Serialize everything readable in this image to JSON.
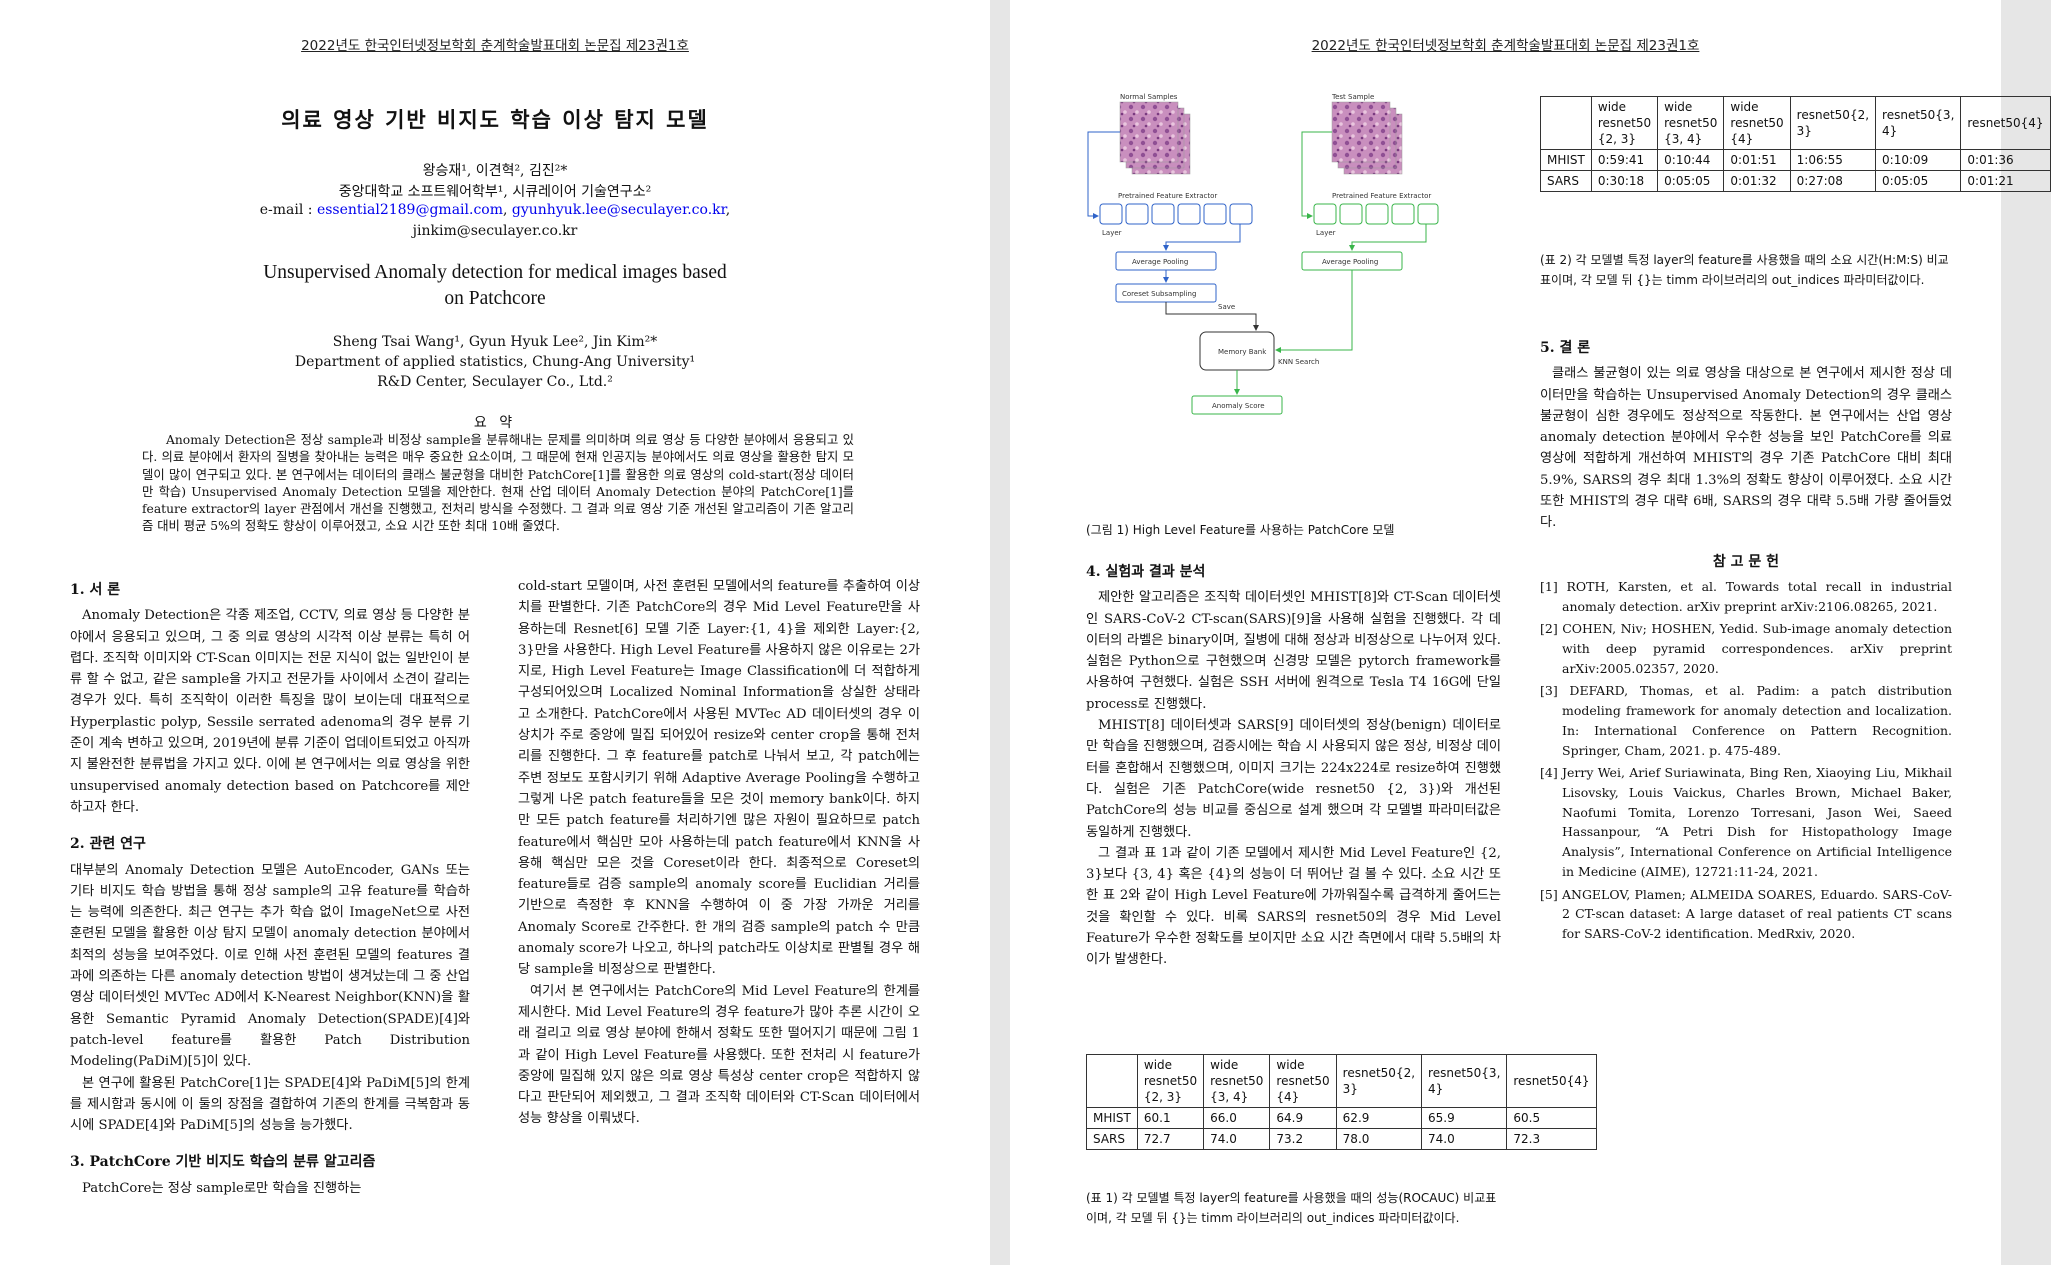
{
  "header": "2022년도 한국인터넷정보학회 춘계학술발표대회 논문집 제23권1호",
  "title_ko": "의료 영상 기반 비지도 학습 이상 탐지 모델",
  "authors_ko": "왕승재¹, 이견혁², 김진²*",
  "affil_ko": "중앙대학교 소프트웨어학부¹, 시큐레이어 기술연구소²",
  "email_label": "e-mail : ",
  "email1": "essential2189@gmail.com",
  "email_sep": ", ",
  "email2": "gyunhyuk.lee@seculayer.co.kr",
  "email_end": ",",
  "email3": "jinkim@seculayer.co.kr",
  "title_en_1": "Unsupervised Anomaly detection for medical images based",
  "title_en_2": "on Patchcore",
  "authors_en": "Sheng Tsai Wang¹, Gyun Hyuk Lee², Jin Kim²*",
  "affil_en_1": "Department of applied statistics, Chung-Ang University¹",
  "affil_en_2": "R&D Center, Seculayer Co., Ltd.²",
  "abstract_heading": "요 약",
  "abstract": "Anomaly Detection은 정상 sample과 비정상 sample을 분류해내는 문제를 의미하며 의료 영상 등 다양한 분야에서 응용되고 있다. 의료 분야에서 환자의 질병을 찾아내는 능력은 매우 중요한 요소이며, 그 때문에 현재 인공지능 분야에서도 의료 영상을 활용한 탐지 모델이 많이 연구되고 있다. 본 연구에서는 데이터의 클래스 불균형을 대비한 PatchCore[1]를 활용한 의료 영상의 cold-start(정상 데이터만 학습) Unsupervised Anomaly Detection 모델을 제안한다. 현재 산업 데이터 Anomaly Detection 분야의 PatchCore[1]를 feature extractor의 layer 관점에서 개선을 진행했고, 전처리 방식을 수정했다. 그 결과 의료 영상 기준 개선된 알고리즘이 기존 알고리즘 대비 평균 5%의 정확도 향상이 이루어졌고, 소요 시간 또한 최대 10배 줄였다.",
  "sec1_title": "1. 서 론",
  "sec1_p1": "Anomaly Detection은 각종 제조업, CCTV, 의료 영상 등 다양한 분야에서 응용되고 있으며, 그 중 의료 영상의 시각적 이상 분류는 특히 어렵다. 조직학 이미지와 CT-Scan 이미지는 전문 지식이 없는 일반인이 분류 할 수 없고, 같은 sample을 가지고 전문가들 사이에서 소견이 갈리는 경우가 있다. 특히 조직학이 이러한 특징을 많이 보이는데 대표적으로 Hyperplastic polyp, Sessile serrated adenoma의 경우 분류 기준이 계속 변하고 있으며, 2019년에 분류 기준이 업데이트되었고 아직까지 불완전한 분류법을 가지고 있다. 이에 본 연구에서는 의료 영상을 위한 unsupervised anomaly detection based on Patchcore를 제안하고자 한다.",
  "sec2_title": "2. 관련 연구",
  "sec2_p1": "대부분의 Anomaly Detection 모델은 AutoEncoder, GANs 또는 기타 비지도 학습 방법을 통해 정상 sample의 고유 feature를 학습하는 능력에 의존한다. 최근 연구는 추가 학습 없이 ImageNet으로 사전 훈련된 모델을 활용한 이상 탐지 모델이 anomaly detection 분야에서 최적의 성능을 보여주었다. 이로 인해 사전 훈련된 모델의 features 결과에 의존하는 다른 anomaly detection 방법이 생겨났는데 그 중 산업 영상 데이터셋인 MVTec AD에서 K-Nearest Neighbor(KNN)을 활용한 Semantic Pyramid Anomaly Detection(SPADE)[4]와 patch-level feature를 활용한 Patch Distribution Modeling(PaDiM)[5]이 있다.",
  "sec2_p2": "본 연구에 활용된 PatchCore[1]는 SPADE[4]와 PaDiM[5]의 한계를 제시함과 동시에 이 둘의 장점을 결합하여 기존의 한계를 극복함과 동시에 SPADE[4]와 PaDiM[5]의 성능을 능가했다.",
  "sec3_title": "3. PatchCore 기반 비지도 학습의 분류 알고리즘",
  "sec3_p1": "PatchCore는 정상 sample로만 학습을 진행하는",
  "c2_p1": "cold-start 모델이며, 사전 훈련된 모델에서의 feature를 추출하여 이상치를 판별한다. 기존 PatchCore의 경우 Mid Level Feature만을 사용하는데 Resnet[6] 모델 기준 Layer:{1, 4}을 제외한 Layer:{2, 3}만을 사용한다. High Level Feature를 사용하지 않은 이유로는 2가지로, High Level Feature는 Image Classification에 더 적합하게 구성되어있으며 Localized Nominal Information을 상실한 상태라고 소개한다. PatchCore에서 사용된 MVTec AD 데이터셋의 경우 이상치가 주로 중앙에 밀집 되어있어 resize와 center crop을 통해 전처리를 진행한다. 그 후 feature를 patch로 나눠서 보고, 각 patch에는 주변 정보도 포함시키기 위해 Adaptive Average Pooling을 수행하고 그렇게 나온 patch feature들을 모은 것이 memory bank이다. 하지만 모든 patch feature를 처리하기엔 많은 자원이 필요하므로 patch feature에서 핵심만 모아 사용하는데 patch feature에서 KNN을 사용해 핵심만 모은 것을 Coreset이라 한다. 최종적으로 Coreset의 feature들로 검증 sample의 anomaly score를 Euclidian 거리를 기반으로 측정한 후 KNN을 수행하여 이 중 가장 가까운 거리를 Anomaly Score로 간주한다. 한 개의 검증 sample의 patch 수 만큼 anomaly score가 나오고, 하나의 patch라도 이상치로 판별될 경우 해당 sample을 비정상으로 판별한다.",
  "c2_p2": "여기서 본 연구에서는 PatchCore의 Mid Level Feature의 한계를 제시한다. Mid Level Feature의 경우 feature가 많아 추론 시간이 오래 걸리고 의료 영상 분야에 한해서 정확도 또한 떨어지기 때문에 그림 1과 같이 High Level Feature를 사용했다. 또한 전처리 시 feature가 중앙에 밀집해 있지 않은 의료 영상 특성상 center crop은 적합하지 않다고 판단되어 제외했고, 그 결과 조직학 데이터와 CT-Scan 데이터에서 성능 향상을 이뤄냈다.",
  "figure1": {
    "normal_label": "Normal Samples",
    "test_label": "Test Sample",
    "pfe_left": "Pretrained Feature Extractor",
    "pfe_right": "Pretrained Feature Extractor",
    "layer_left": "Layer",
    "layer_right": "Layer",
    "avgpool_left": "Average Pooling",
    "avgpool_right": "Average Pooling",
    "coreset": "Coreset Subsampling",
    "save": "Save",
    "memory": "Memory Bank",
    "knn": "KNN Search",
    "score": "Anomaly Score",
    "caption": "(그림 1) High Level Feature를 사용하는 PatchCore 모델"
  },
  "sec4_title": "4. 실험과 결과 분석",
  "sec4_p1": "제안한 알고리즘은 조직학 데이터셋인 MHIST[8]와 CT-Scan 데이터셋인 SARS-CoV-2 CT-scan(SARS)[9]을 사용해 실험을 진행했다. 각 데이터의 라벨은 binary이며, 질병에 대해 정상과 비정상으로 나누어져 있다. 실험은 Python으로 구현했으며 신경망 모델은 pytorch framework를 사용하여 구현했다. 실험은 SSH 서버에 원격으로 Tesla T4 16G에 단일 process로 진행했다.",
  "sec4_p2": "MHIST[8] 데이터셋과 SARS[9] 데이터셋의 정상(benign) 데이터로만 학습을 진행했으며, 검증시에는 학습 시 사용되지 않은 정상, 비정상 데이터를 혼합해서 진행했으며, 이미지 크기는 224x224로 resize하여 진행했다. 실험은 기존 PatchCore(wide resnet50 {2, 3})와 개선된 PatchCore의 성능 비교를 중심으로 설계 했으며 각 모델별 파라미터값은 동일하게 진행했다.",
  "sec4_p3": "그 결과 표 1과 같이 기존 모델에서 제시한 Mid Level Feature인 {2, 3}보다 {3, 4} 혹은 {4}의 성능이 더 뛰어난 걸 볼 수 있다. 소요 시간 또한 표 2와 같이 High Level Feature에 가까워질수록 급격하게 줄어드는 것을 확인할 수 있다. 비록 SARS의 resnet50의 경우 Mid Level Feature가 우수한 정확도를 보이지만 소요 시간 측면에서 대략 5.5배의 차이가 발생한다.",
  "table_headers": [
    "",
    "wide resnet50 {2, 3}",
    "wide resnet50 {3, 4}",
    "wide resnet50 {4}",
    "resnet50{2, 3}",
    "resnet50{3, 4}",
    "resnet50{4}"
  ],
  "table1": {
    "rows": [
      [
        "MHIST",
        "60.1",
        "66.0",
        "64.9",
        "62.9",
        "65.9",
        "60.5"
      ],
      [
        "SARS",
        "72.7",
        "74.0",
        "73.2",
        "78.0",
        "74.0",
        "72.3"
      ]
    ],
    "caption": "(표 1) 각 모델별 특정 layer의 feature를 사용했을 때의 성능(ROCAUC) 비교표이며, 각 모델 뒤 {}는 timm 라이브러리의 out_indices 파라미터값이다."
  },
  "table2": {
    "rows": [
      [
        "MHIST",
        "0:59:41",
        "0:10:44",
        "0:01:51",
        "1:06:55",
        "0:10:09",
        "0:01:36"
      ],
      [
        "SARS",
        "0:30:18",
        "0:05:05",
        "0:01:32",
        "0:27:08",
        "0:05:05",
        "0:01:21"
      ]
    ],
    "caption": "(표 2) 각 모델별 특정 layer의 feature를 사용했을 때의 소요 시간(H:M:S) 비교표이며, 각 모델 뒤 {}는 timm 라이브러리의 out_indices 파라미터값이다."
  },
  "sec5_title": "5. 결 론",
  "sec5_p1": "클래스 불균형이 있는 의료 영상을 대상으로 본 연구에서 제시한 정상 데이터만을 학습하는 Unsupervised Anomaly Detection의 경우 클래스 불균형이 심한 경우에도 정상적으로 작동한다. 본 연구에서는 산업 영상 anomaly detection 분야에서 우수한 성능을 보인 PatchCore를 의료 영상에 적합하게 개선하여 MHIST의 경우 기존 PatchCore 대비 최대 5.9%, SARS의 경우 최대 1.3%의 정확도 향상이 이루어졌다. 소요 시간 또한 MHIST의 경우 대략 6배, SARS의 경우 대략 5.5배 가량 줄어들었다.",
  "refs_title": "참 고 문 헌",
  "refs": [
    "[1] ROTH, Karsten, et al. Towards total recall in industrial anomaly detection. arXiv preprint arXiv:2106.08265, 2021.",
    "[2] COHEN, Niv; HOSHEN, Yedid. Sub-image anomaly detection with deep pyramid correspondences. arXiv preprint arXiv:2005.02357, 2020.",
    "[3] DEFARD, Thomas, et al. Padim: a patch distribution modeling framework for anomaly detection and localization. In: International Conference on Pattern Recognition. Springer, Cham, 2021. p. 475-489.",
    "[4] Jerry Wei, Arief Suriawinata, Bing Ren, Xiaoying Liu, Mikhail Lisovsky, Louis Vaickus, Charles Brown, Michael Baker, Naofumi Tomita, Lorenzo Torresani, Jason Wei, Saeed Hassanpour, “A Petri Dish for Histopathology Image Analysis”, International Conference on Artificial Intelligence in Medicine (AIME), 12721:11-24, 2021.",
    "[5] ANGELOV, Plamen; ALMEIDA SOARES, Eduardo. SARS-CoV-2 CT-scan dataset: A large dataset of real patients CT scans for SARS-CoV-2 identification. MedRxiv, 2020."
  ]
}
